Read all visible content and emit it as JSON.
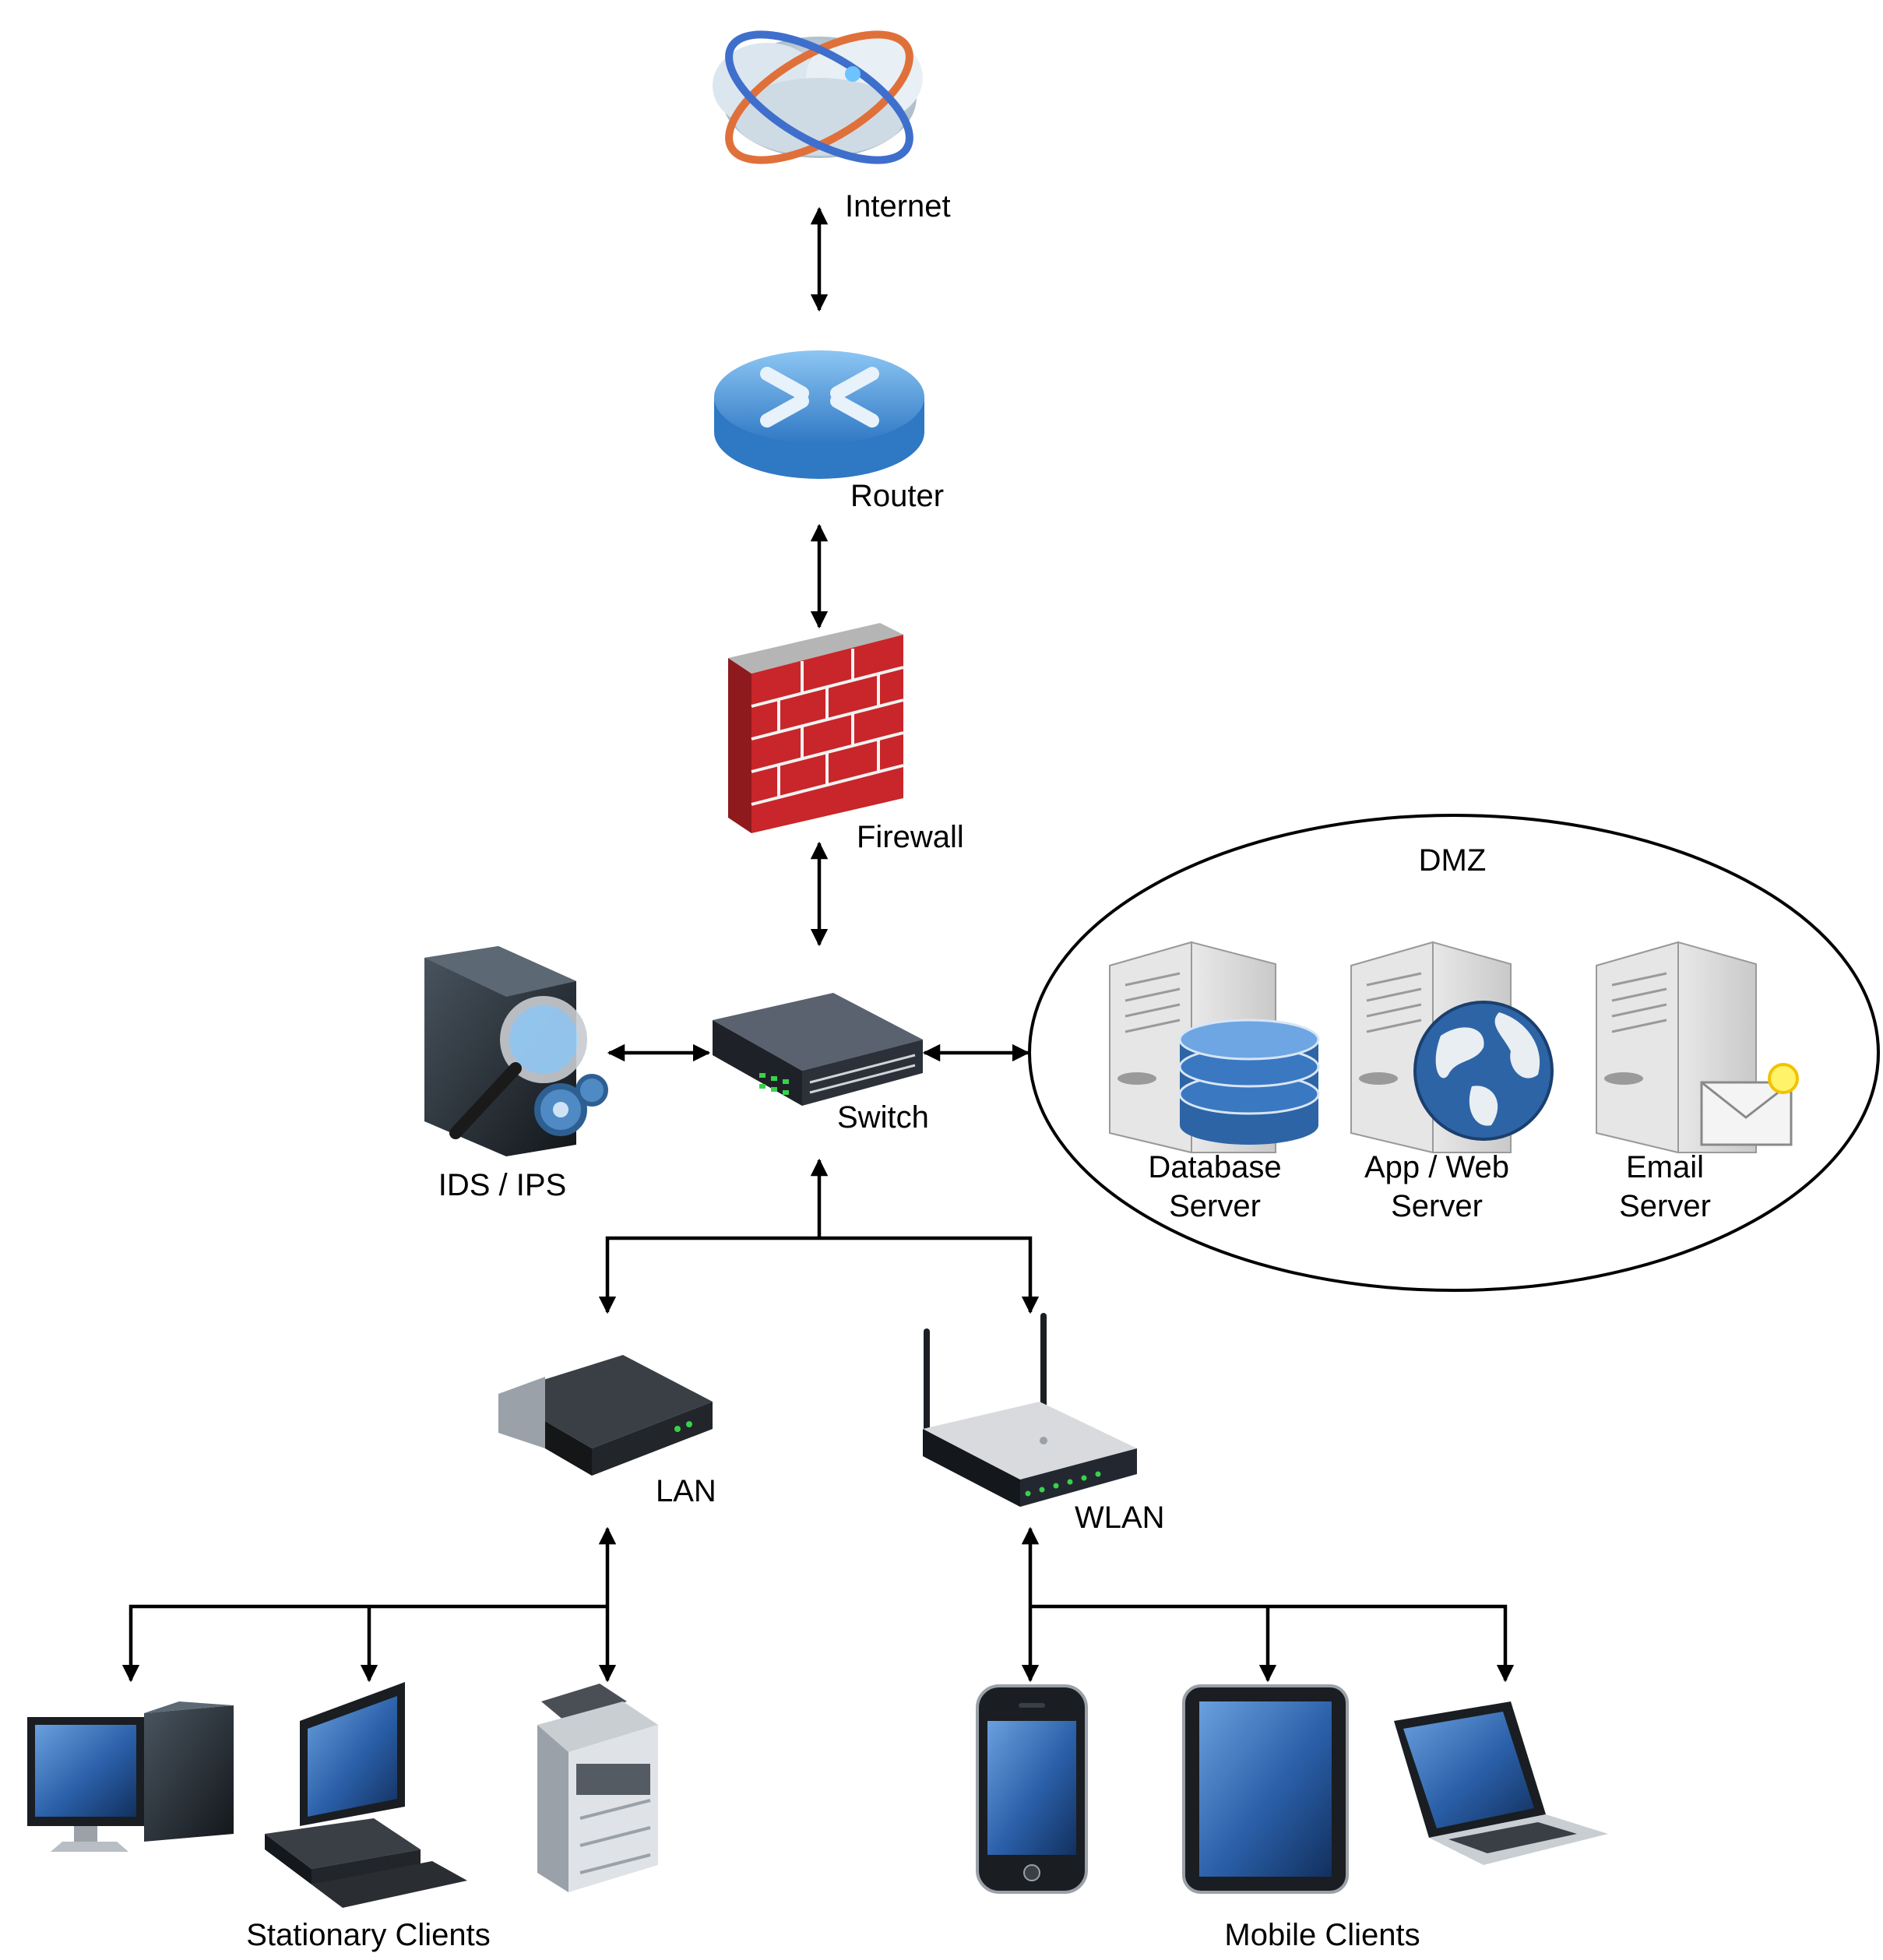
{
  "labels": {
    "internet": "Internet",
    "router": "Router",
    "firewall": "Firewall",
    "switch": "Switch",
    "ids_ips": "IDS / IPS",
    "dmz": "DMZ",
    "database_server": [
      "Database",
      "Server"
    ],
    "app_web_server": [
      "App / Web",
      "Server"
    ],
    "email_server": [
      "Email",
      "Server"
    ],
    "lan": "LAN",
    "wlan": "WLAN",
    "stationary_clients": "Stationary Clients",
    "mobile_clients": "Mobile Clients"
  },
  "icons": {
    "internet": "internet-cloud-icon",
    "router": "router-icon",
    "firewall": "firewall-icon",
    "switch": "switch-icon",
    "ids_ips": "ids-ips-server-icon",
    "database_server": "database-server-icon",
    "app_web_server": "web-server-icon",
    "email_server": "email-server-icon",
    "lan": "lan-modem-icon",
    "wlan": "wireless-router-icon",
    "stationary": [
      "desktop-computer-icon",
      "workstation-icon",
      "printer-copier-icon"
    ],
    "mobile": [
      "smartphone-icon",
      "tablet-icon",
      "laptop-icon"
    ]
  },
  "colors": {
    "line": "#000000",
    "router_blue": "#3f8fd6",
    "brick_red": "#c8262a",
    "server_gray": "#d9d9d9",
    "screen_blue": "#2a5fa8"
  }
}
